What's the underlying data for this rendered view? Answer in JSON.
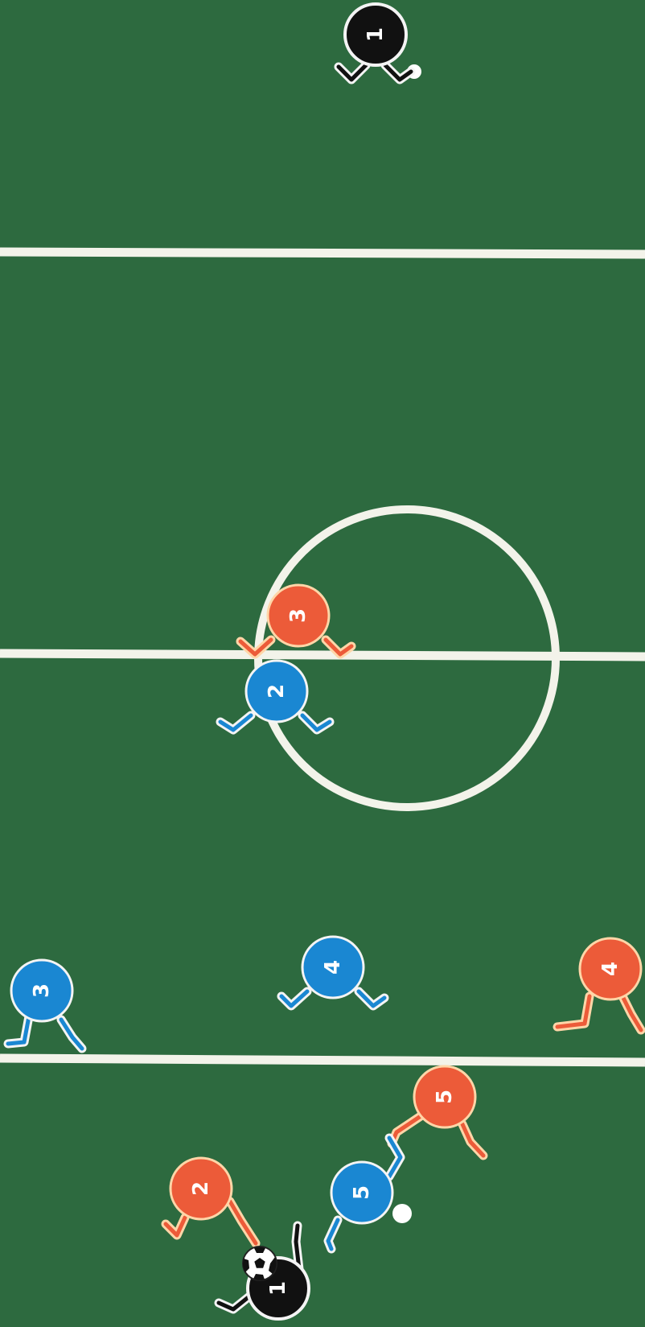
{
  "colors": {
    "field": "#2d6a3f",
    "lines": "#f3f3ea",
    "team_blue": "#1a87d2",
    "team_red": "#ec5b39",
    "goalkeeper": "#111111",
    "player_outline": "#f4f4f4",
    "red_outline": "#ffd6a8"
  },
  "players": [
    {
      "id": "goalkeeper-top",
      "team": "goalkeeper",
      "number": "1"
    },
    {
      "id": "goalkeeper-bottom",
      "team": "goalkeeper",
      "number": "1",
      "has_ball": true
    },
    {
      "id": "blue-2",
      "team": "blue",
      "number": "2"
    },
    {
      "id": "blue-3",
      "team": "blue",
      "number": "3"
    },
    {
      "id": "blue-4",
      "team": "blue",
      "number": "4"
    },
    {
      "id": "blue-5",
      "team": "blue",
      "number": "5"
    },
    {
      "id": "red-2",
      "team": "red",
      "number": "2"
    },
    {
      "id": "red-3",
      "team": "red",
      "number": "3"
    },
    {
      "id": "red-4",
      "team": "red",
      "number": "4"
    },
    {
      "id": "red-5",
      "team": "red",
      "number": "5"
    }
  ],
  "balls": [
    {
      "id": "ball-near-top-goalkeeper",
      "type": "small"
    },
    {
      "id": "ball-near-blue-5",
      "type": "small"
    },
    {
      "id": "soccer-ball-with-goalkeeper",
      "type": "soccer"
    }
  ]
}
